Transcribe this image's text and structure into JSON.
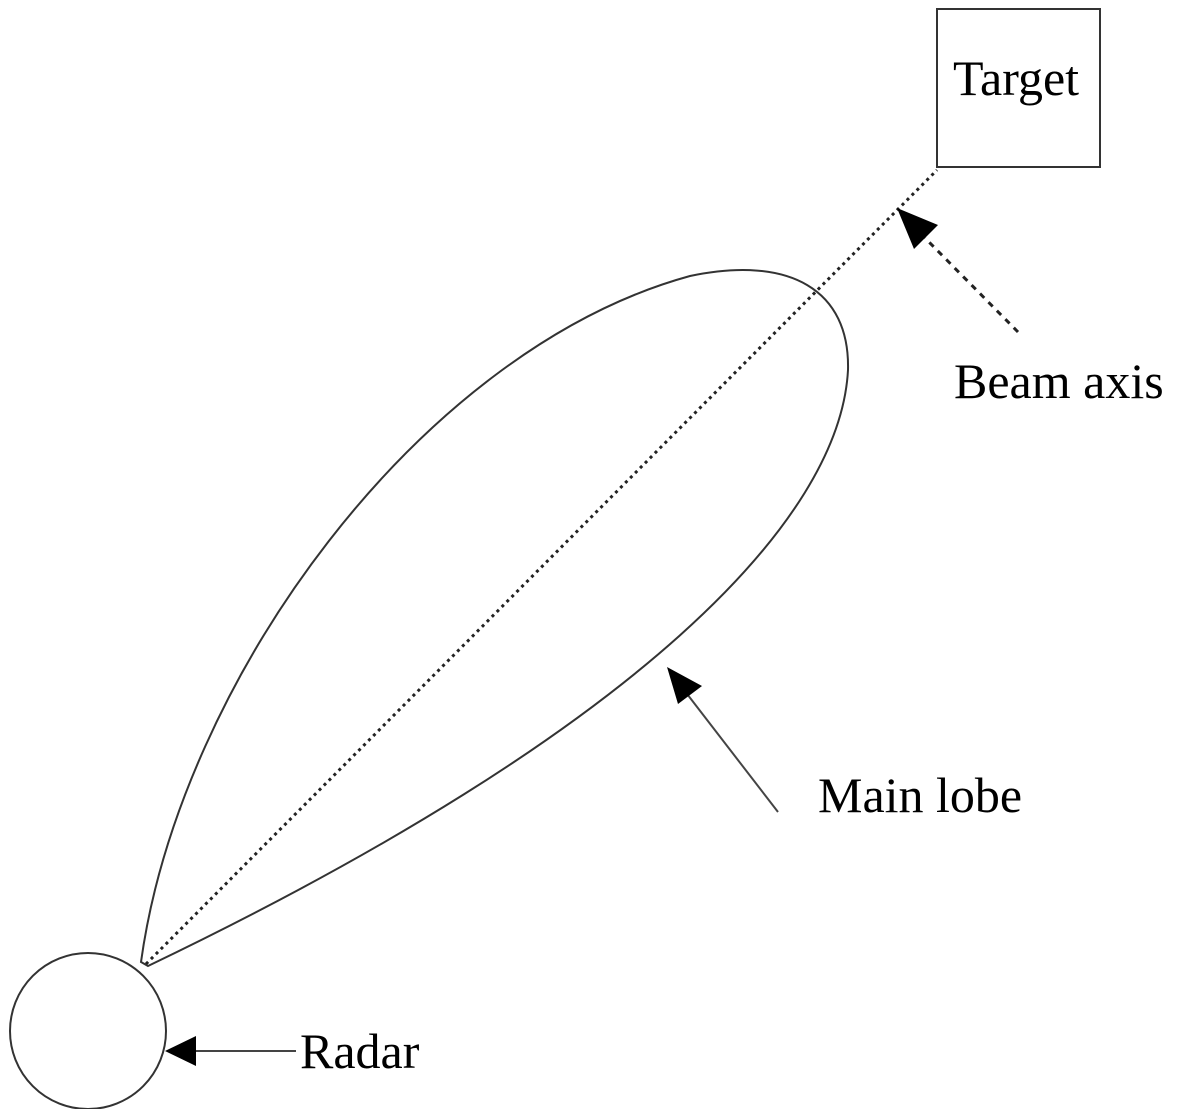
{
  "diagram": {
    "labels": {
      "target": "Target",
      "beam_axis": "Beam axis",
      "main_lobe": "Main lobe",
      "radar": "Radar"
    }
  }
}
